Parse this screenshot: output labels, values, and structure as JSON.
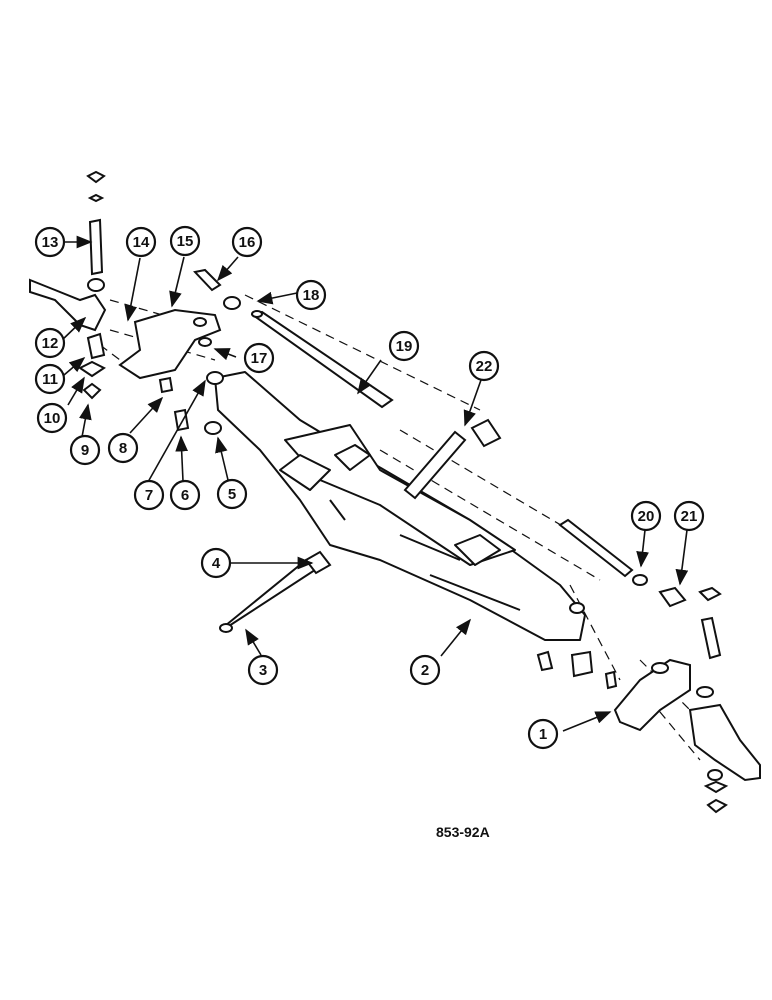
{
  "diagram": {
    "figure_code": "853-92A",
    "callouts": [
      "1",
      "2",
      "3",
      "4",
      "5",
      "6",
      "7",
      "8",
      "9",
      "10",
      "11",
      "12",
      "13",
      "14",
      "15",
      "16",
      "17",
      "18",
      "19",
      "20",
      "21",
      "22"
    ]
  }
}
